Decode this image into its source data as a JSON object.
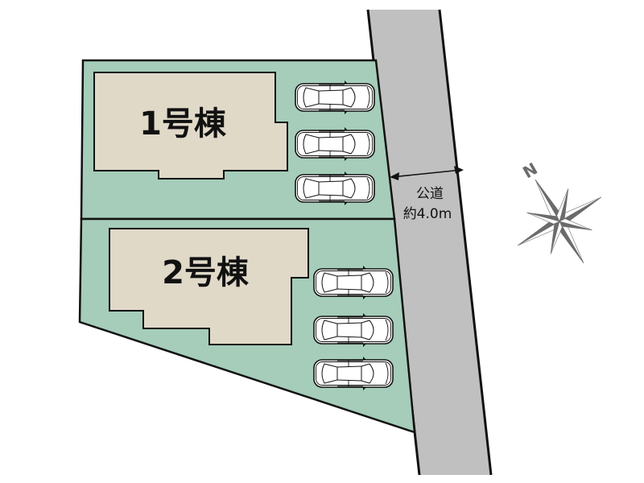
{
  "buildings": [
    {
      "label": "1号棟",
      "parking_spaces": 3
    },
    {
      "label": "2号棟",
      "parking_spaces": 3
    }
  ],
  "road": {
    "type_label": "公道",
    "width_label": "約4.0m"
  },
  "compass": {
    "north_label": "N"
  },
  "colors": {
    "lot_fill": "#a5cdb9",
    "building_fill": "#e0d9c8",
    "road_fill": "#c0c0c0",
    "outline": "#111111",
    "compass": "#6b6b6b",
    "car_fill": "#ffffff"
  }
}
